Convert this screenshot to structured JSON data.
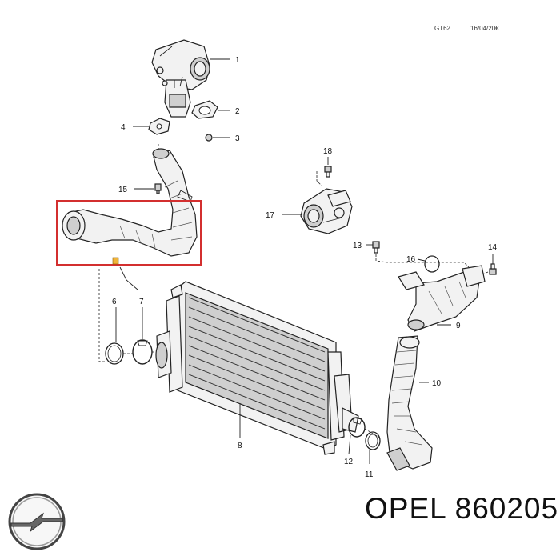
{
  "header": {
    "code": "GT62",
    "date": "16/04/20€"
  },
  "callouts": [
    {
      "id": "c1",
      "label": "1"
    },
    {
      "id": "c2",
      "label": "2"
    },
    {
      "id": "c3",
      "label": "3"
    },
    {
      "id": "c4",
      "label": "4"
    },
    {
      "id": "c5",
      "label": "15"
    },
    {
      "id": "c6",
      "label": "6"
    },
    {
      "id": "c7",
      "label": "7"
    },
    {
      "id": "c8",
      "label": "8"
    },
    {
      "id": "c9",
      "label": "9"
    },
    {
      "id": "c10",
      "label": "10"
    },
    {
      "id": "c11",
      "label": "11"
    },
    {
      "id": "c12",
      "label": "12"
    },
    {
      "id": "c13",
      "label": "13"
    },
    {
      "id": "c14",
      "label": "14"
    },
    {
      "id": "c16",
      "label": "16"
    },
    {
      "id": "c17",
      "label": "17"
    },
    {
      "id": "c18",
      "label": "18"
    }
  ],
  "highlight": {
    "color": "#d32f2f",
    "marker_color": "#f0b43a"
  },
  "brand": {
    "name": "OPEL",
    "part_number": "860205",
    "caption": "OPEL 860205"
  }
}
